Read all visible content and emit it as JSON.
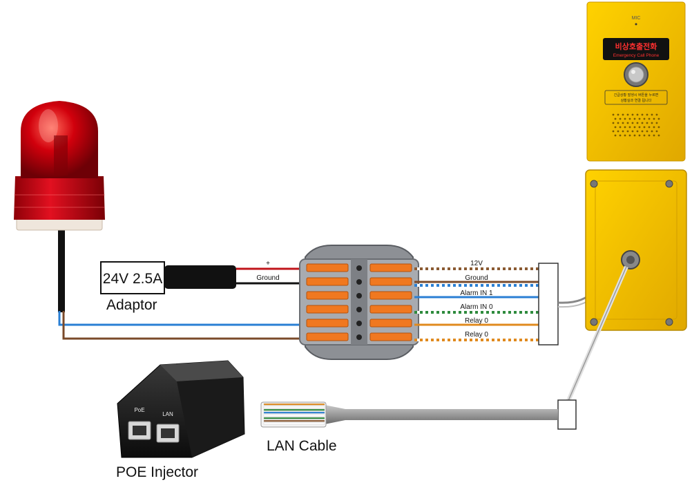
{
  "adaptor": {
    "rating": "24V 2.5A",
    "name": "Adaptor",
    "plus": "+",
    "ground": "Ground"
  },
  "wires": {
    "w12v": "12V",
    "ground": "Ground",
    "alarm1": "Alarm IN 1",
    "alarm0": "Alarm IN 0",
    "relay0a": "Relay 0",
    "relay0b": "Relay 0"
  },
  "poe": {
    "name": "POE Injector",
    "port1": "PoE",
    "port2": "LAN"
  },
  "lan": {
    "name": "LAN Cable"
  },
  "phone": {
    "mic": "MIC",
    "title_ko": "비상호출전화",
    "title_en": "Emergency Call Phone",
    "notice_line1": "긴급상황 발생시 버튼을 누르면",
    "notice_line2": "상황실과 연결 됩니다"
  },
  "colors": {
    "wire_brown": "#7a4a2a",
    "wire_blue": "#2a7fd4",
    "wire_green": "#2e8b3d",
    "wire_orange": "#e08a1e",
    "wire_red": "#c0141a",
    "phone_yellow": "#f2c500",
    "beacon_red": "#c4000a",
    "terminal_orange": "#f07820"
  }
}
